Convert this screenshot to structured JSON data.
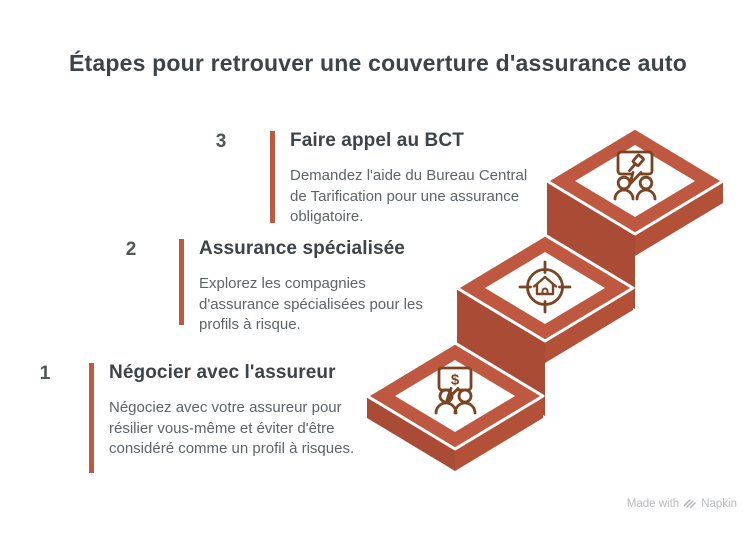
{
  "title": "Étapes pour retrouver une couverture d'assurance auto",
  "steps": [
    {
      "number": "1",
      "heading": "Négocier avec l'assureur",
      "body": "Négociez avec votre assureur pour résilier vous-même et éviter d'être considéré comme un profil à risques.",
      "icon": "people-dollar-bubble-icon"
    },
    {
      "number": "2",
      "heading": "Assurance spécialisée",
      "body": "Explorez les compagnies d'assurance spécialisées pour les profils à risque.",
      "icon": "house-target-icon"
    },
    {
      "number": "3",
      "heading": "Faire appel au BCT",
      "body": "Demandez l'aide du Bureau Central de Tarification pour une assurance obligatoire.",
      "icon": "people-gavel-bubble-icon"
    }
  ],
  "watermark": {
    "prefix": "Made with",
    "brand": "Napkin"
  },
  "colors": {
    "accent": "#bf5840",
    "stair_top_face": "#bf5840",
    "stair_left_wall": "#a94b35",
    "stair_right_wall": "#b25138",
    "icon_stroke": "#7a4423",
    "title_text": "#3d4449",
    "heading_text": "#3d4449",
    "body_text": "#5d6367",
    "number_text": "#4f5558",
    "watermark_text": "#b8babd"
  }
}
